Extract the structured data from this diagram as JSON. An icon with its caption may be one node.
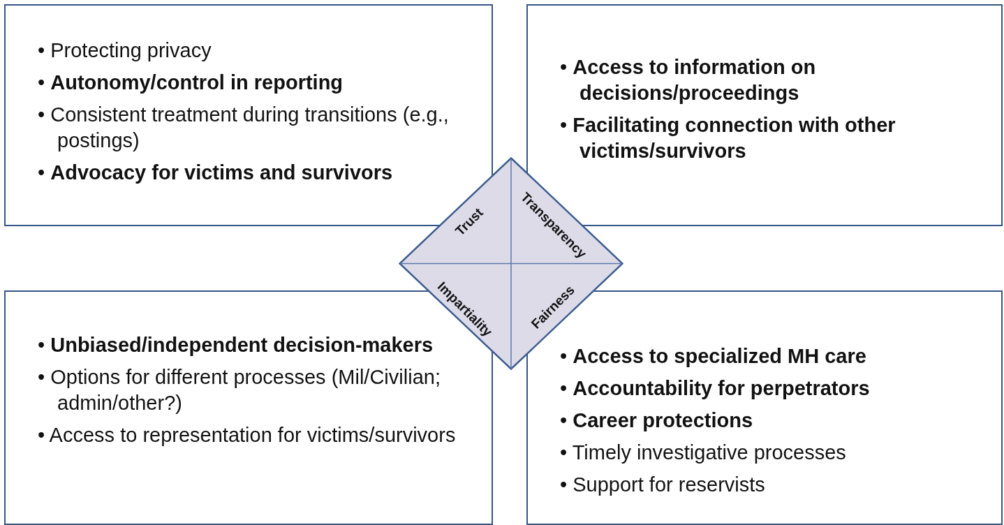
{
  "diagram": {
    "nodes": [
      {
        "text": [
          "• Protecting privacy",
          "• **Autonomy/control in reporting**",
          "• Consistent treatment during transitions (e.g., postings)",
          "• **Advocacy for victims and survivors**"
        ]
      },
      {
        "text": [
          "• **Access to information on decisions/proceedings**",
          "• **Facilitating connection with other victims/survivors**"
        ]
      },
      {
        "text": [
          "Trust",
          "Transparency",
          "Impartiality",
          "Fairness"
        ]
      },
      {
        "text": [
          "• **Unbiased/independent decision-makers**",
          "• Options for different processes (Mil/Civilian; admin/other?)",
          "• Access to representation for victims/survivors"
        ]
      },
      {
        "text": [
          "• **Access to specialized MH care**",
          "• **Accountability for perpetrators**",
          "• **Career protections**",
          "• Timely investigative processes",
          "• Support for reservists"
        ]
      }
    ]
  }
}
